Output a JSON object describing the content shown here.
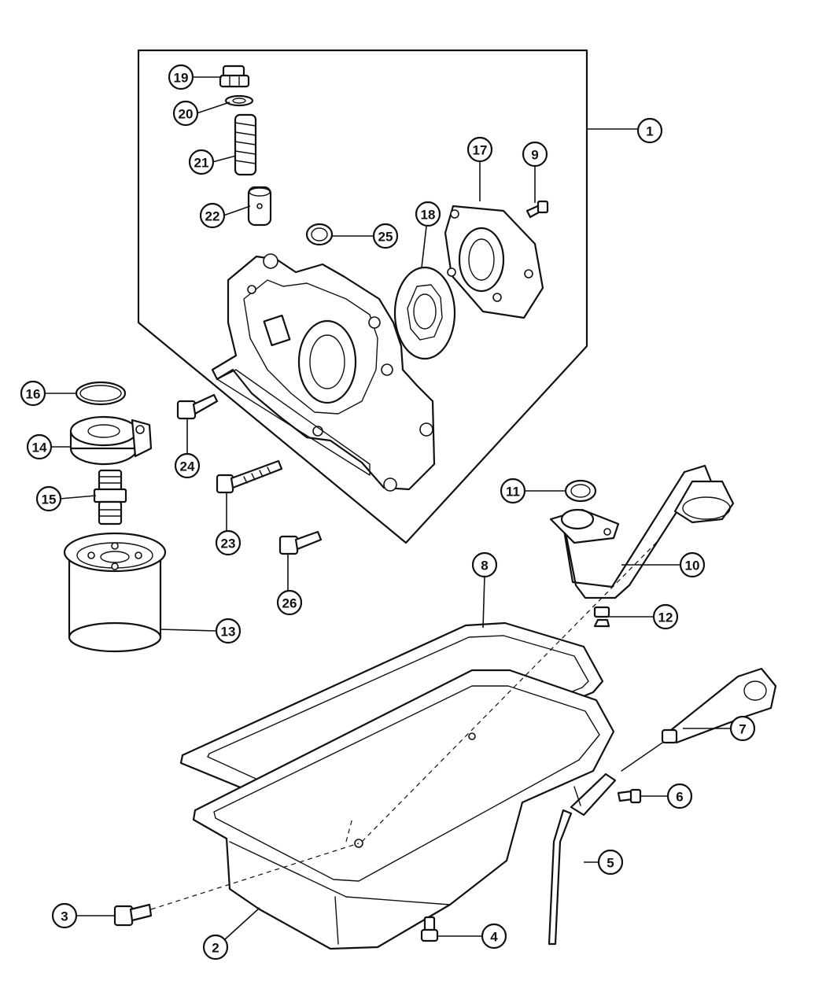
{
  "callouts": {
    "c1": "1",
    "c2": "2",
    "c3": "3",
    "c4": "4",
    "c5": "5",
    "c6": "6",
    "c7": "7",
    "c8": "8",
    "c9": "9",
    "c10": "10",
    "c11": "11",
    "c12": "12",
    "c13": "13",
    "c14": "14",
    "c15": "15",
    "c16": "16",
    "c17": "17",
    "c18": "18",
    "c19": "19",
    "c20": "20",
    "c21": "21",
    "c22": "22",
    "c23": "23",
    "c24": "24",
    "c25": "25",
    "c26": "26"
  },
  "colors": {
    "line": "#111111",
    "background": "#ffffff"
  }
}
